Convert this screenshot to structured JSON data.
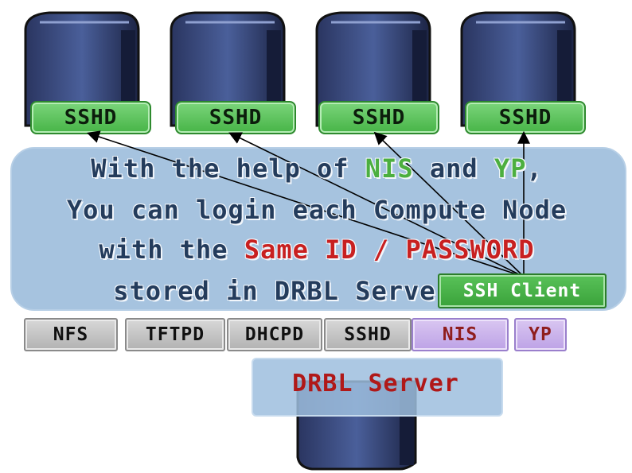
{
  "compute_nodes": [
    {
      "label": "SSHD"
    },
    {
      "label": "SSHD"
    },
    {
      "label": "SSHD"
    },
    {
      "label": "SSHD"
    }
  ],
  "note": {
    "line1_pre": "With the help of ",
    "line1_nis": "NIS",
    "line1_mid": " and ",
    "line1_yp": "YP",
    "line1_post": ",",
    "line2": "You can login each Compute Node",
    "line3_pre": "with the ",
    "line3_highlight": "Same ID / PASSWORD",
    "line4": "stored in DRBL Server"
  },
  "ssh_client": {
    "label": "SSH Client"
  },
  "services": {
    "nfs": "NFS",
    "tftpd": "TFTPD",
    "dhcpd": "DHCPD",
    "sshd": "SSHD",
    "nis": "NIS",
    "yp": "YP"
  },
  "drbl_server": {
    "label": "DRBL Server"
  },
  "colors": {
    "sshd_tag": "#47b447",
    "note_bg": "#92b6d8",
    "highlight_green": "#4caf3f",
    "highlight_red": "#c82020",
    "service_grey": "#b2b2b2",
    "service_purple": "#bda2e6"
  }
}
